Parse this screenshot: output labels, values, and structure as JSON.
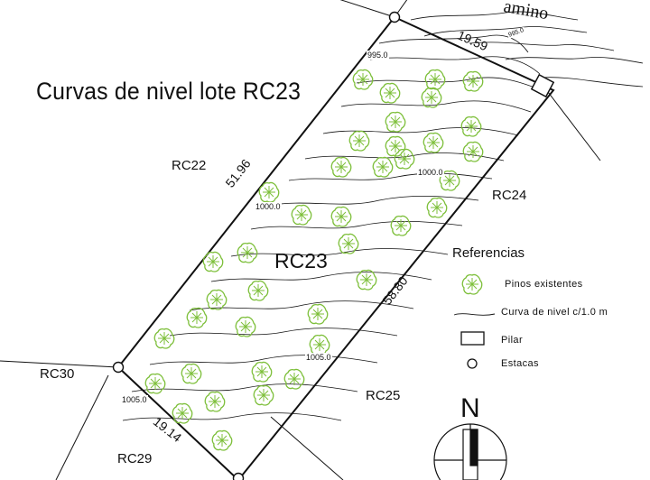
{
  "title": "Curvas de nivel lote RC23",
  "road_label": "amino",
  "center_lot": "RC23",
  "neighbors": {
    "rc22": "RC22",
    "rc24": "RC24",
    "rc25": "RC25",
    "rc29": "RC29",
    "rc30": "RC30"
  },
  "dimensions": {
    "top": "19.59",
    "left": "51.96",
    "right": "58.80",
    "bottom": "19.14"
  },
  "contours": {
    "c995_top": "995.0",
    "c995_upper": "995.0",
    "c1000_right": "1000.0",
    "c1000_left": "1000.0",
    "c1005_right": "1005.0",
    "c1005_left": "1005.0"
  },
  "legend": {
    "title": "Referencias",
    "pines": "Pinos existentes",
    "contour": "Curva de nivel c/1.0 m",
    "pillar": "Pilar",
    "stakes": "Estacas"
  },
  "north_label": "N",
  "colors": {
    "tree": "#7dbf3a",
    "line": "#111111"
  },
  "icons": {
    "tree": "pine-tree-icon",
    "stake": "stake-circle-icon",
    "pillar": "pillar-square-icon"
  }
}
